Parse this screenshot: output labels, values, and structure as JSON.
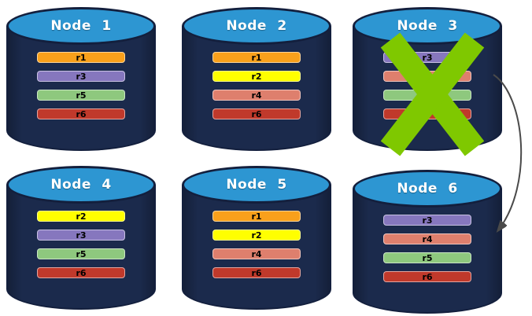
{
  "diagram": {
    "description_nodes": [
      {
        "name": "Node 1",
        "failed": false,
        "replicas": [
          {
            "label": "r1",
            "color": "#F9A01B"
          },
          {
            "label": "r3",
            "color": "#8677BE"
          },
          {
            "label": "r5",
            "color": "#8EC87E"
          },
          {
            "label": "r6",
            "color": "#C0392B"
          }
        ]
      },
      {
        "name": "Node 2",
        "failed": false,
        "replicas": [
          {
            "label": "r1",
            "color": "#F9A01B"
          },
          {
            "label": "r2",
            "color": "#FFFF00"
          },
          {
            "label": "r4",
            "color": "#DE7F6D"
          },
          {
            "label": "r6",
            "color": "#C0392B"
          }
        ]
      },
      {
        "name": "Node 3",
        "failed": true,
        "replicas": [
          {
            "label": "r3",
            "color": "#8677BE"
          },
          {
            "label": "",
            "color": "#DE7F6D"
          },
          {
            "label": "",
            "color": "#8EC87E"
          },
          {
            "label": "",
            "color": "#C0392B"
          }
        ]
      },
      {
        "name": "Node 4",
        "failed": false,
        "replicas": [
          {
            "label": "r2",
            "color": "#FFFF00"
          },
          {
            "label": "r3",
            "color": "#8677BE"
          },
          {
            "label": "r5",
            "color": "#8EC87E"
          },
          {
            "label": "r6",
            "color": "#C0392B"
          }
        ]
      },
      {
        "name": "Node 5",
        "failed": false,
        "replicas": [
          {
            "label": "r1",
            "color": "#F9A01B"
          },
          {
            "label": "r2",
            "color": "#FFFF00"
          },
          {
            "label": "r4",
            "color": "#DE7F6D"
          },
          {
            "label": "r6",
            "color": "#C0392B"
          }
        ]
      },
      {
        "name": "Node 6",
        "failed": false,
        "replicas": [
          {
            "label": "r3",
            "color": "#8677BE"
          },
          {
            "label": "r4",
            "color": "#DE7F6D"
          },
          {
            "label": "r5",
            "color": "#8EC87E"
          },
          {
            "label": "r6",
            "color": "#C0392B"
          }
        ]
      }
    ],
    "arrow": {
      "from": "Node 3",
      "to": "Node 6"
    },
    "colors": {
      "background": "#FFFFFF",
      "cylinder_body": "#1B2A4C",
      "cylinder_top": "#2D96D2",
      "cylinder_border": "#131F3D",
      "failure_x": "#7FC800",
      "arrow": "#4A4A4A"
    }
  }
}
